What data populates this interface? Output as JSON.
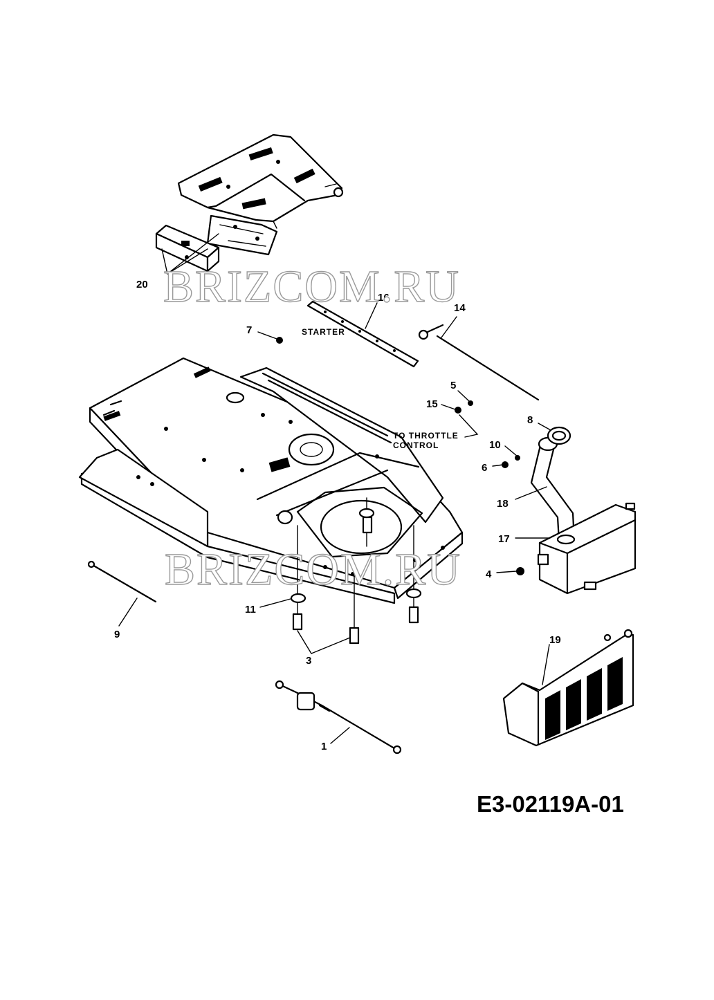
{
  "watermark": "BRIZCOM.RU",
  "drawing_code": "E3-02119A-01",
  "notes": {
    "starter": "STARTER",
    "throttle_line1": "TO THROTTLE",
    "throttle_line2": "CONTROL"
  },
  "callouts": [
    {
      "id": "callout-1",
      "label": "1"
    },
    {
      "id": "callout-3",
      "label": "3"
    },
    {
      "id": "callout-4",
      "label": "4"
    },
    {
      "id": "callout-5",
      "label": "5"
    },
    {
      "id": "callout-6",
      "label": "6"
    },
    {
      "id": "callout-7",
      "label": "7"
    },
    {
      "id": "callout-8",
      "label": "8"
    },
    {
      "id": "callout-9",
      "label": "9"
    },
    {
      "id": "callout-10",
      "label": "10"
    },
    {
      "id": "callout-11",
      "label": "11"
    },
    {
      "id": "callout-14",
      "label": "14"
    },
    {
      "id": "callout-15",
      "label": "15"
    },
    {
      "id": "callout-16",
      "label": "16"
    },
    {
      "id": "callout-17",
      "label": "17"
    },
    {
      "id": "callout-18",
      "label": "18"
    },
    {
      "id": "callout-19",
      "label": "19"
    },
    {
      "id": "callout-20",
      "label": "20"
    }
  ]
}
